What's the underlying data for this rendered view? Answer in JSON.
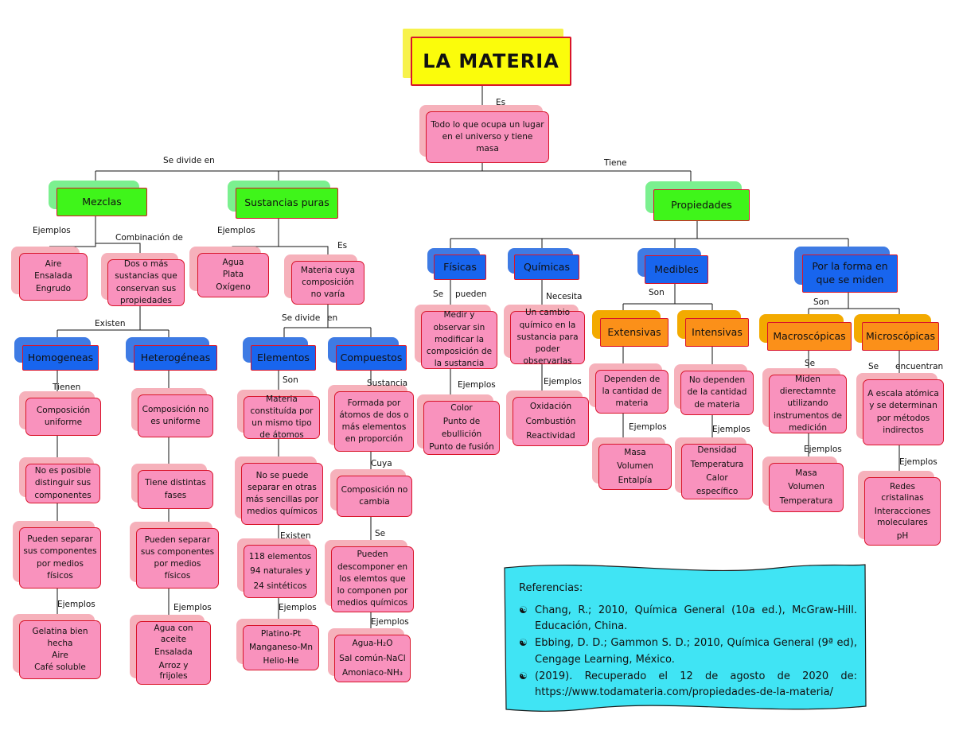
{
  "title": "LA MATERIA",
  "definition": "Todo lo que ocupa un lugar en el universo y tiene masa",
  "labels": {
    "es_top": "Es",
    "se_divide_en": "Se divide en",
    "tiene": "Tiene",
    "ejemplos_mezclas": "Ejemplos",
    "combinacion_de": "Combinación de",
    "ejemplos_sustancias": "Ejemplos",
    "es_sustancias": "Es",
    "existen_mezclas": "Existen",
    "se_divide_sust": "Se divide",
    "en_sust": "en",
    "tienen": "Tienen",
    "son_elementos": "Son",
    "sustancia": "Sustancia",
    "existen_elementos": "Existen",
    "cuya": "Cuya",
    "se_compuestos": "Se",
    "ejemplos_homog": "Ejemplos",
    "ejemplos_heterog": "Ejemplos",
    "ejemplos_elementos": "Ejemplos",
    "ejemplos_compuestos": "Ejemplos",
    "se_fisicas": "Se",
    "pueden_fisicas": "pueden",
    "necesita": "Necesita",
    "ejemplos_fisicas": "Ejemplos",
    "ejemplos_quimicas": "Ejemplos",
    "son_medibles": "Son",
    "son_forma": "Son",
    "ejemplos_extensivas": "Ejemplos",
    "ejemplos_intensivas": "Ejemplos",
    "se_macro": "Se",
    "ejemplos_macro": "Ejemplos",
    "se_micro": "Se",
    "encuentran": "encuentran",
    "ejemplos_micro": "Ejemplos"
  },
  "categories": {
    "mezclas": "Mezclas",
    "sustancias_puras": "Sustancias puras",
    "propiedades": "Propiedades",
    "homogeneas": "Homogeneas",
    "heterogeneas": "Heterogéneas",
    "elementos": "Elementos",
    "compuestos": "Compuestos",
    "fisicas": "Físicas",
    "quimicas": "Químicas",
    "medibles": "Medibles",
    "por_forma": "Por la forma en que se miden",
    "extensivas": "Extensivas",
    "intensivas": "Intensivas",
    "macroscopicas": "Macroscópicas",
    "microscopicas": "Microscópicas"
  },
  "boxes": {
    "ej_mezclas": [
      "Aire",
      "Ensalada",
      "Engrudo"
    ],
    "dos_o_mas": "Dos o más sustancias que conservan sus propiedades",
    "ej_sustancias": [
      "Agua",
      "Plata",
      "Oxígeno"
    ],
    "materia_cuya": "Materia cuya composición no varía",
    "homog_1": "Composición uniforme",
    "homog_2": "No es posible distinguir sus componentes",
    "homog_3": "Pueden separar sus componentes por medios físicos",
    "ej_homog": [
      "Gelatina bien hecha",
      "Aire",
      "Café soluble"
    ],
    "heterog_1": "Composición no es uniforme",
    "heterog_2": "Tiene distintas fases",
    "heterog_3": "Pueden separar sus componentes por medios físicos",
    "ej_heterog": [
      "Agua con aceite",
      "Ensalada",
      "Arroz y frijoles"
    ],
    "elem_1": "Materia constituída por un mismo tipo de átomos",
    "elem_2": "No se puede separar en otras más sencillas por medios químicos",
    "elem_3": [
      "118 elementos",
      "94 naturales y",
      "24 sintéticos"
    ],
    "ej_elem": [
      "Platino-Pt",
      "Manganeso-Mn",
      "Helio-He"
    ],
    "comp_1": "Formada por átomos de dos o más elementos en proporción",
    "comp_2": "Composición no cambia",
    "comp_3": "Pueden descomponer en los elemtos que lo componen por medios químicos",
    "ej_comp": [
      "Agua-H₂O",
      "Sal común-NaCl",
      "Amoniaco-NH₃"
    ],
    "fis_1": "Medir y observar sin modificar la composición de la sustancia",
    "ej_fis": [
      "Color",
      "Punto de ebullición",
      "Punto de fusión"
    ],
    "quim_1": "Un cambio químico en la sustancia para poder observarlas",
    "ej_quim": [
      "Oxidación",
      "Combustión",
      "Reactividad"
    ],
    "ext_1": "Dependen de la cantidad de materia",
    "ej_ext": [
      "Masa",
      "Volumen",
      "Entalpía"
    ],
    "int_1": "No dependen de la cantidad de materia",
    "ej_int": [
      "Densidad",
      "Temperatura",
      "Calor específico"
    ],
    "macro_1": "Miden dierectamnte utilizando instrumentos de medición",
    "ej_macro": [
      "Masa",
      "Volumen",
      "Temperatura"
    ],
    "micro_1": "A escala atómica y se determinan por métodos indirectos",
    "ej_micro": [
      "Redes cristalinas",
      "Interacciones moleculares",
      "pH"
    ]
  },
  "references": {
    "heading": "Referencias:",
    "items": [
      "Chang, R.; 2010, Química General (10a ed.), McGraw-Hill. Educación, China.",
      "Ebbing, D. D.; Gammon S. D.; 2010, Química General (9ª ed), Cengage Learning, México.",
      "(2019). Recuperado el 12 de agosto de 2020 de: https://www.todamateria.com/propiedades-de-la-materia/"
    ],
    "icon": "yin-yang-icon"
  },
  "colors": {
    "title_box": "#fbfc0b",
    "pink_box": "#f992bd",
    "green_box": "#3ff51a",
    "blue_box": "#1865ee",
    "orange_box": "#fb9019",
    "reference_note": "#40e4f4",
    "border": "#d9142a"
  }
}
